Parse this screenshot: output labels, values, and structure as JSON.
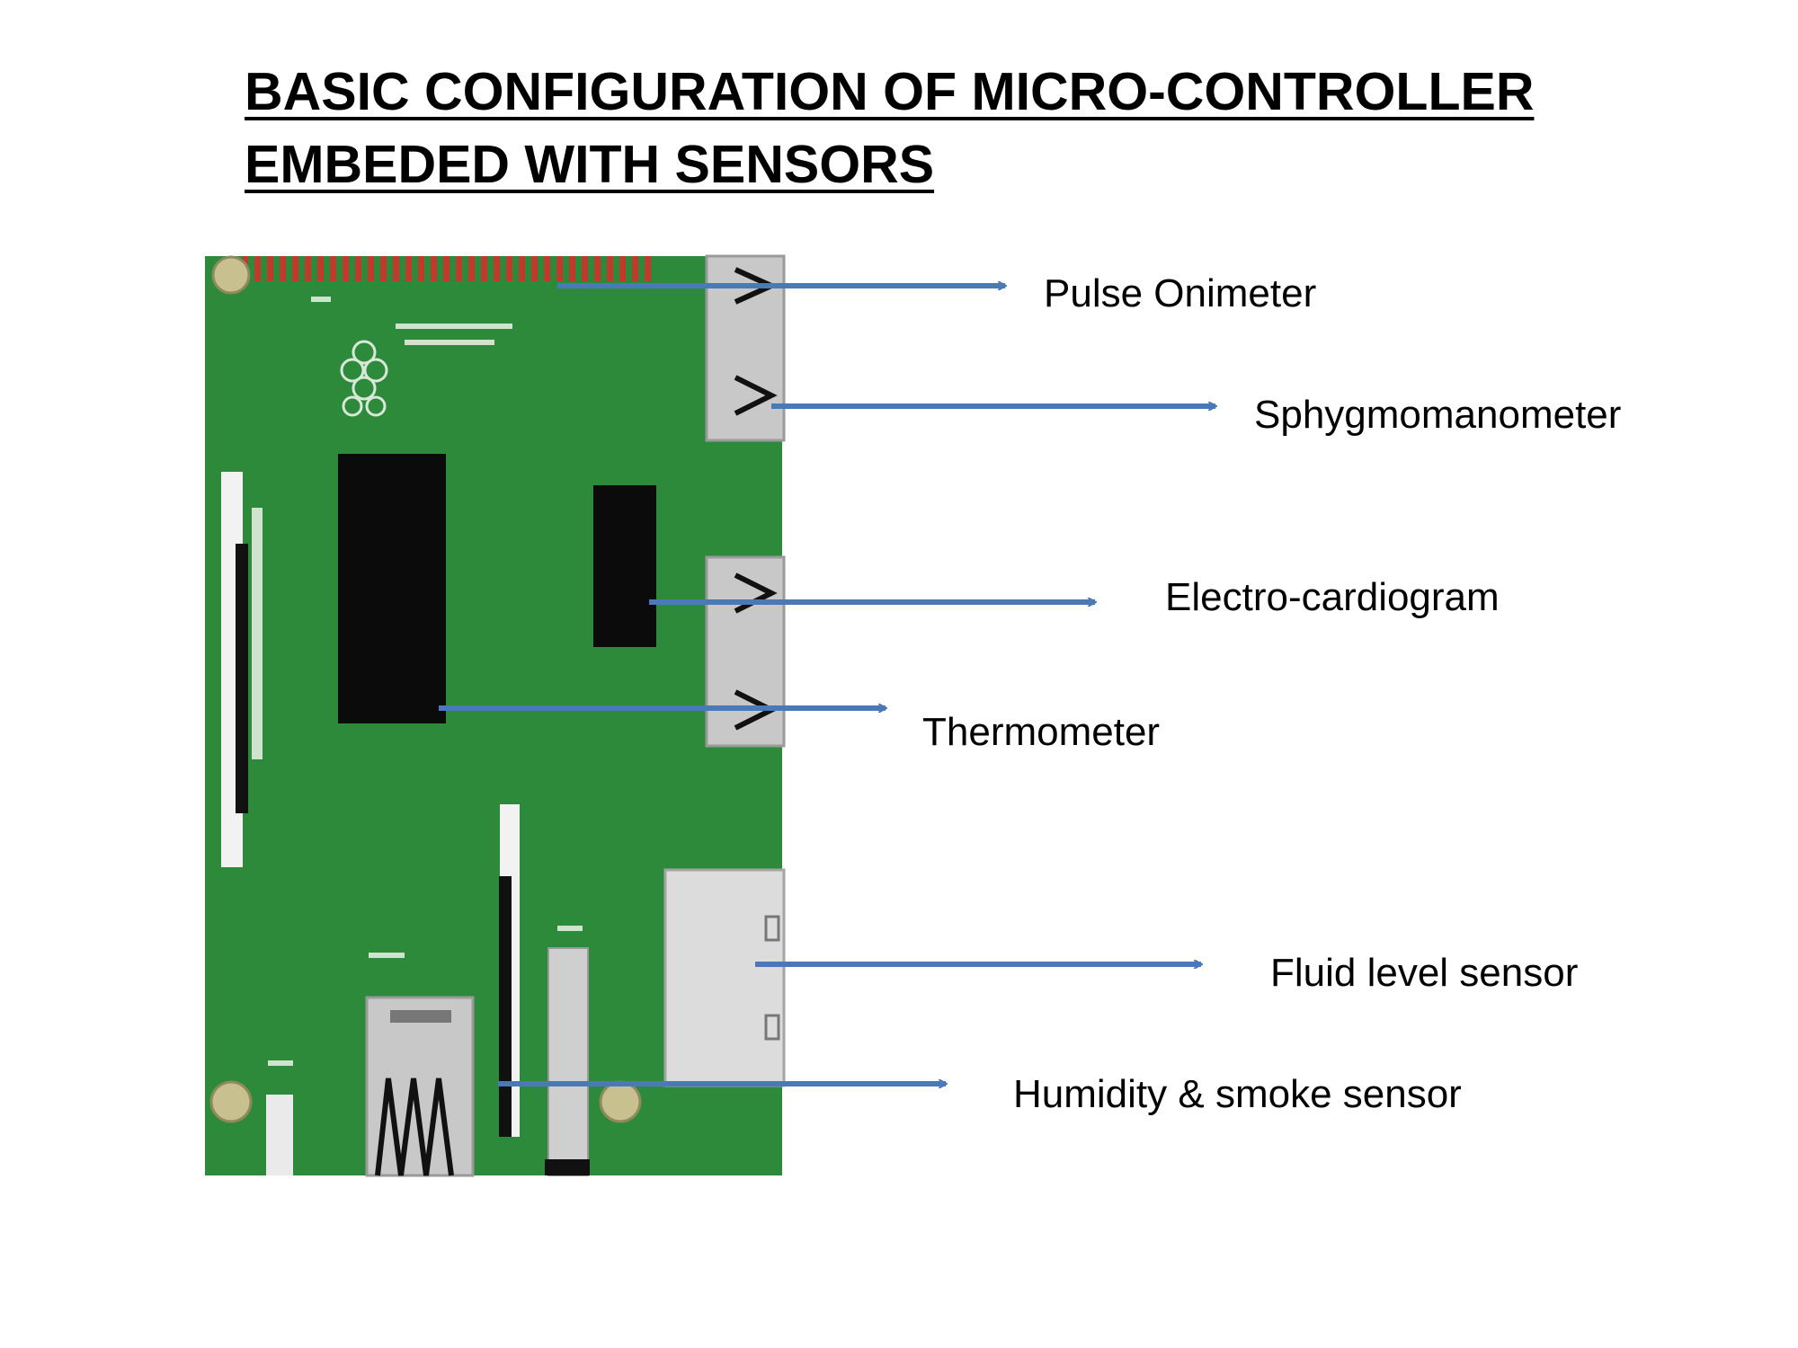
{
  "slide": {
    "title_lines": [
      "BASIC CONFIGURATION OF MICRO-CONTROLLER",
      "EMBEDED WITH SENSORS"
    ]
  },
  "colors": {
    "board": "#2c8a3a",
    "arrow": "#4a78b8",
    "chip": "#0b0b0b",
    "port": "#c8c8c8",
    "header_pins": "#c0392b"
  },
  "board_image": {
    "icon": "raspberry-pi-board"
  },
  "sensors": [
    {
      "label": "Pulse Onimeter"
    },
    {
      "label": "Sphygmomanometer"
    },
    {
      "label": "Electro-cardiogram"
    },
    {
      "label": "Thermometer"
    },
    {
      "label": "Fluid level sensor"
    },
    {
      "label": "Humidity & smoke sensor"
    }
  ]
}
